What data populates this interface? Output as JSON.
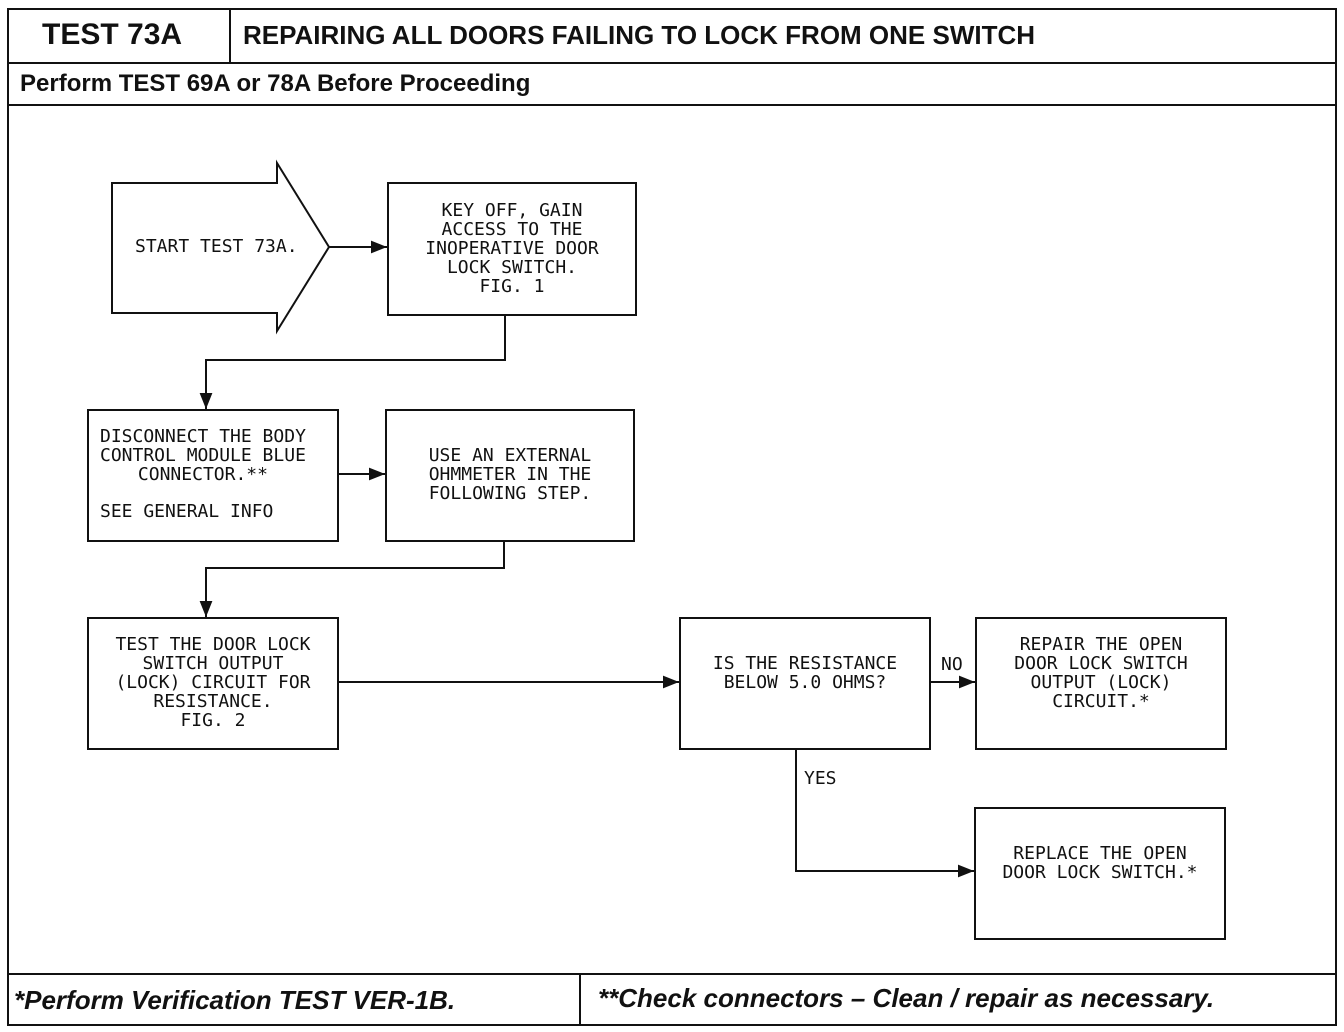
{
  "header": {
    "test_id": "TEST 73A",
    "title": "REPAIRING ALL DOORS FAILING TO LOCK FROM ONE SWITCH",
    "prerequisite": "Perform TEST 69A or 78A Before Proceeding"
  },
  "flowchart": {
    "start_label": "START TEST 73A.",
    "step_key_off": "KEY OFF, GAIN\nACCESS TO THE\nINOPERATIVE DOOR\nLOCK SWITCH.\nFIG. 1",
    "step_disconnect": "DISCONNECT THE BODY\nCONTROL MODULE BLUE\nCONNECTOR.**",
    "step_disconnect_note": "SEE GENERAL INFO",
    "step_ohmmeter": "USE AN EXTERNAL\nOHMMETER IN THE\nFOLLOWING STEP.",
    "step_test": "TEST THE DOOR LOCK\nSWITCH OUTPUT\n(LOCK) CIRCUIT FOR\nRESISTANCE.\nFIG. 2",
    "decision": "IS THE RESISTANCE\nBELOW 5.0 OHMS?",
    "no_label": "NO",
    "yes_label": "YES",
    "result_repair": "REPAIR THE OPEN\nDOOR LOCK SWITCH\nOUTPUT (LOCK)\nCIRCUIT.*",
    "result_replace": "REPLACE THE OPEN\nDOOR LOCK SWITCH.*"
  },
  "footer": {
    "note_verification": "*Perform Verification TEST VER-1B.",
    "note_connectors": "**Check connectors – Clean / repair as necessary."
  }
}
